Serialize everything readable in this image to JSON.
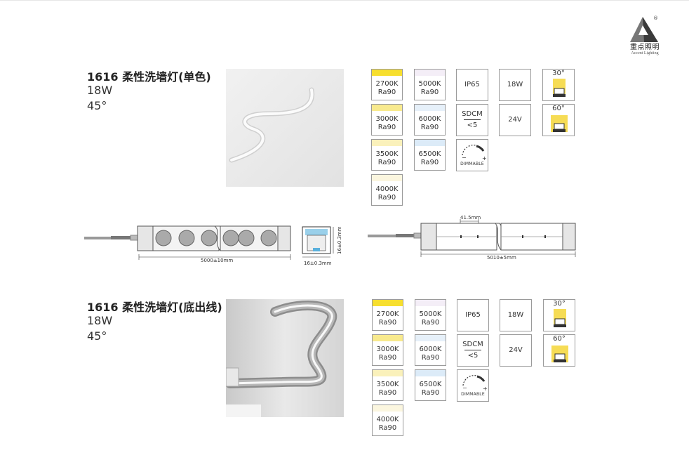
{
  "brand": {
    "name_cn": "重点照明",
    "name_en": "Accent Lighting",
    "reg": "®"
  },
  "products": [
    {
      "title": "1616 柔性洗墙灯(单色)",
      "power": "18W",
      "angle": "45°",
      "swatches": [
        {
          "cct": "2700K",
          "ra": "Ra90",
          "color": "#f7df2f"
        },
        {
          "cct": "3000K",
          "ra": "Ra90",
          "color": "#f8ea8e"
        },
        {
          "cct": "3500K",
          "ra": "Ra90",
          "color": "#faf1bb"
        },
        {
          "cct": "4000K",
          "ra": "Ra90",
          "color": "#fbf6df"
        },
        {
          "cct": "5000K",
          "ra": "Ra90",
          "color": "#f4eef7"
        },
        {
          "cct": "6000K",
          "ra": "Ra90",
          "color": "#e6f0f9"
        },
        {
          "cct": "6500K",
          "ra": "Ra90",
          "color": "#dcebf8"
        }
      ],
      "specs": {
        "ip": "IP65",
        "sdcm_top": "SDCM",
        "sdcm_bot": "<5",
        "dimmable": "DIMMABLE",
        "watt": "18W",
        "volt": "24V"
      },
      "beams": [
        "30°",
        "60°"
      ],
      "drawing_left": {
        "length": "5000±10mm",
        "height": "16±0.3mm",
        "width": "16±0.3mm"
      },
      "drawing_right": {
        "length": "5010±5mm",
        "pitch": "41.5mm"
      }
    },
    {
      "title": "1616 柔性洗墙灯(底出线)",
      "power": "18W",
      "angle": "45°",
      "swatches": [
        {
          "cct": "2700K",
          "ra": "Ra90",
          "color": "#f7df2f"
        },
        {
          "cct": "3000K",
          "ra": "Ra90",
          "color": "#f8ea8e"
        },
        {
          "cct": "3500K",
          "ra": "Ra90",
          "color": "#faf1bb"
        },
        {
          "cct": "4000K",
          "ra": "Ra90",
          "color": "#fbf6df"
        },
        {
          "cct": "5000K",
          "ra": "Ra90",
          "color": "#f4eef7"
        },
        {
          "cct": "6000K",
          "ra": "Ra90",
          "color": "#e6f0f9"
        },
        {
          "cct": "6500K",
          "ra": "Ra90",
          "color": "#dcebf8"
        }
      ],
      "specs": {
        "ip": "IP65",
        "sdcm_top": "SDCM",
        "sdcm_bot": "<5",
        "dimmable": "DIMMABLE",
        "watt": "18W",
        "volt": "24V"
      },
      "beams": [
        "30°",
        "60°"
      ]
    }
  ]
}
